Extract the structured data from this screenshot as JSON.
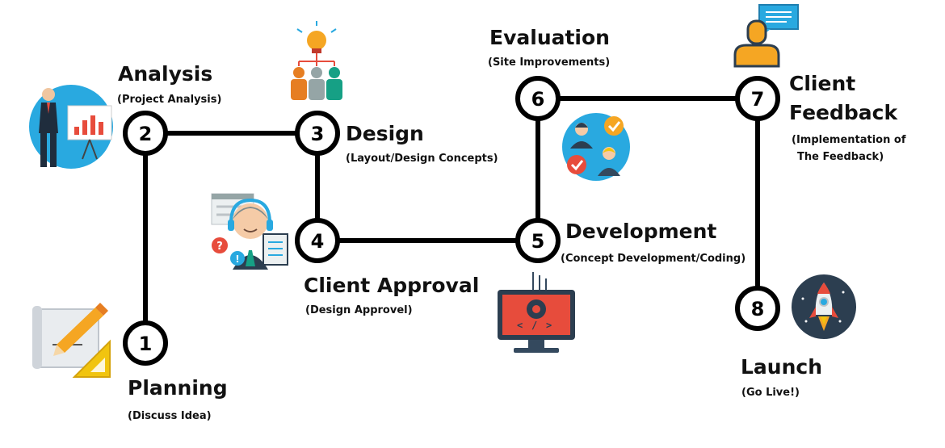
{
  "steps": [
    {
      "number": "1",
      "title": "Planning",
      "subtitle": "(Discuss Idea)"
    },
    {
      "number": "2",
      "title": "Analysis",
      "subtitle": "(Project Analysis)"
    },
    {
      "number": "3",
      "title": "Design",
      "subtitle": "(Layout/Design Concepts)"
    },
    {
      "number": "4",
      "title": "Client Approval",
      "subtitle": "(Design Approvel)"
    },
    {
      "number": "5",
      "title": "Development",
      "subtitle": "(Concept Development/Coding)"
    },
    {
      "number": "6",
      "title": "Evaluation",
      "subtitle": "(Site Improvements)"
    },
    {
      "number": "7",
      "title_line1": "Client",
      "title_line2": "Feedback",
      "subtitle_line1": "(Implementation of",
      "subtitle_line2": "The Feedback)"
    },
    {
      "number": "8",
      "title": "Launch",
      "subtitle": "(Go Live!)"
    }
  ],
  "icons": [
    "drawing-tools-icon",
    "presenter-chart-icon",
    "idea-team-icon",
    "support-agent-icon",
    "coding-monitor-icon",
    "approval-team-icon",
    "user-feedback-icon",
    "rocket-icon"
  ],
  "colors": {
    "line": "#000000",
    "accent_blue": "#29a9e0",
    "accent_orange": "#f5a623",
    "accent_red": "#e74c3c",
    "dark": "#2c3e50"
  }
}
